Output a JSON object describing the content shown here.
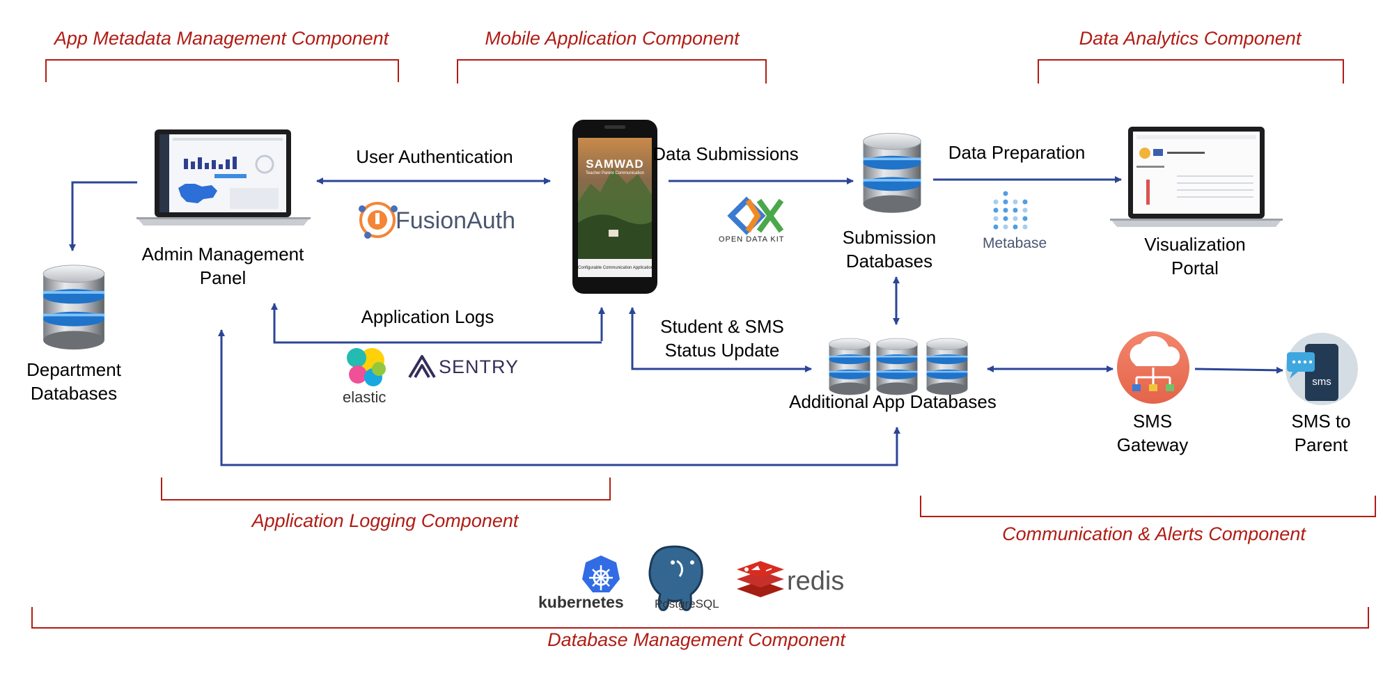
{
  "components": {
    "app_metadata": "App Metadata Management Component",
    "mobile_app": "Mobile Application Component",
    "data_analytics": "Data Analytics Component",
    "app_logging": "Application Logging Component",
    "comm_alerts": "Communication & Alerts Component",
    "db_management": "Database Management Component"
  },
  "nodes": {
    "admin_panel": [
      "Admin Management",
      "Panel"
    ],
    "department_db": [
      "Department",
      "Databases"
    ],
    "submission_db": [
      "Submission",
      "Databases"
    ],
    "visualization": [
      "Visualization",
      "Portal"
    ],
    "additional_db": "Additional App Databases",
    "sms_gateway": [
      "SMS",
      "Gateway"
    ],
    "sms_parent": [
      "SMS to",
      "Parent"
    ]
  },
  "edges": {
    "user_auth": "User Authentication",
    "data_submissions": "Data Submissions",
    "data_preparation": "Data Preparation",
    "application_logs": "Application Logs",
    "status_update": [
      "Student & SMS",
      "Status Update"
    ]
  },
  "phone": {
    "title": "SAMWAD",
    "subtitle": "Teacher Parent Communication",
    "footer": "Configurable Communication Application"
  },
  "logos": {
    "fusionauth": "FusionAuth",
    "odk": "Open Data Kit",
    "metabase": "Metabase",
    "elastic": "elastic",
    "sentry": "SENTRY",
    "kubernetes": "kubernetes",
    "postgresql": "PostgreSQL",
    "redis": "redis",
    "sms_icon": "sms"
  },
  "colors": {
    "accent_red": "#b01c14",
    "arrow_blue": "#2b4596",
    "db_blue": "#2e8fe8"
  }
}
